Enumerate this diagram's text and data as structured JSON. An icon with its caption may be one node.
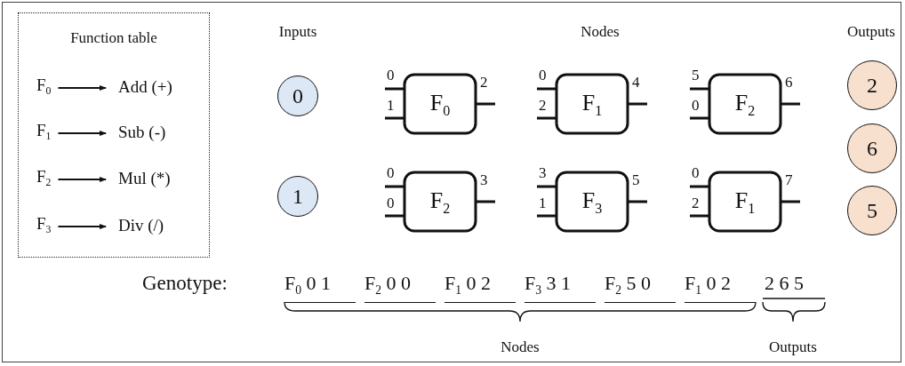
{
  "diagram": {
    "nodes": [
      {
        "text": [
          "Function table"
        ]
      },
      {
        "text": [
          "F$_{0}$"
        ],
        "in": 0
      },
      {
        "text": [
          "Add (+)"
        ],
        "in": 0
      },
      {
        "text": [
          "F$_{1}$"
        ],
        "in": 0
      },
      {
        "text": [
          "Sub (-)"
        ],
        "in": 0
      },
      {
        "text": [
          "F$_{2}$"
        ],
        "in": 0
      },
      {
        "text": [
          "Mul (*)"
        ],
        "in": 0
      },
      {
        "text": [
          "F$_{3}$"
        ],
        "in": 0
      },
      {
        "text": [
          "Div (/)"
        ],
        "in": 0
      },
      {
        "text": [
          "0"
        ]
      },
      {
        "text": [
          "1"
        ]
      },
      {
        "text": [
          "F$_{0}$"
        ],
        "beside": [
          "0",
          "1",
          "2"
        ]
      },
      {
        "text": [
          "F$_{1}$"
        ],
        "beside": [
          "0",
          "2",
          "4"
        ]
      },
      {
        "text": [
          "F$_{2}$"
        ],
        "beside": [
          "5",
          "0",
          "6"
        ]
      },
      {
        "text": [
          "F$_{2}$"
        ],
        "beside": [
          "0",
          "0",
          "3"
        ]
      },
      {
        "text": [
          "F$_{3}$"
        ],
        "beside": [
          "3",
          "1",
          "5"
        ]
      },
      {
        "text": [
          "F$_{1}$"
        ],
        "beside": [
          "0",
          "2",
          "7"
        ]
      },
      {
        "text": [
          "2"
        ]
      },
      {
        "text": [
          "6"
        ]
      },
      {
        "text": [
          "5"
        ]
      }
    ],
    "edges": [
      {
        "from": 1,
        "to": 2,
        "arrow": "to"
      },
      {
        "from": 3,
        "to": 4,
        "arrow": "to"
      },
      {
        "from": 5,
        "to": 6,
        "arrow": "to"
      },
      {
        "from": 7,
        "to": 8,
        "arrow": "to"
      }
    ],
    "labels": [
      "Inputs",
      "Nodes",
      "Outputs",
      "Genotype:",
      "F$_{0}$ 0 1",
      "F$_{2}$ 0 0",
      "F$_{1}$ 0 2",
      "F$_{3}$ 3 1",
      "F$_{2}$ 5 0",
      "F$_{1}$ 0 2",
      "2 6 5",
      "Nodes",
      "Outputs"
    ]
  }
}
